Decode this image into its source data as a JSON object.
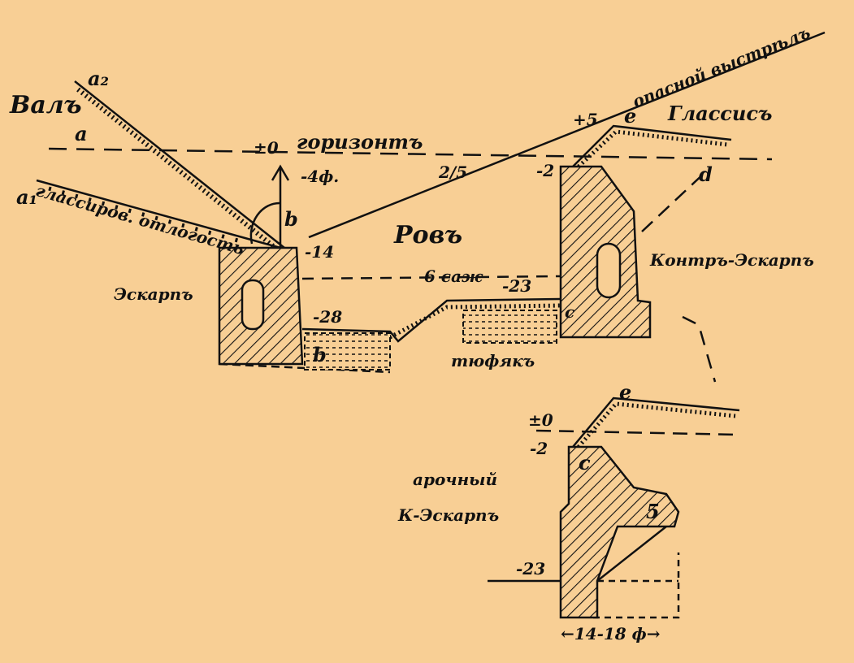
{
  "title": "Ров крепости (поперечный разрез)",
  "labels": {
    "val": "Валъ",
    "a2": "a₂",
    "a": "a",
    "a1": "a₁",
    "zero": "±0",
    "horizon": "горизонтъ",
    "minus4": "-4ф.",
    "glacis_slope": "глассиров. отлогость",
    "b_upper": "b",
    "minus14": "-14",
    "rov": "Ровъ",
    "width": "6 саж",
    "minus23": "-23",
    "minus28": "-28",
    "b_lower": "b",
    "escarp": "Эскарпъ",
    "tyufyak": "тюфякъ",
    "counterscarp": "Контръ-Эскарпъ",
    "ratio": "2/5",
    "minus2": "-2",
    "plus5": "+5",
    "e": "e",
    "glacis": "Глассисъ",
    "danger_shot": "опасной выстрѣлъ",
    "d": "d",
    "c": "c"
  },
  "inset": {
    "zero": "±0",
    "e": "e",
    "minus2": "-2",
    "c": "c",
    "five": "5",
    "arched": "арочный",
    "k_escarp": "К-Эскарпъ",
    "minus23": "-23",
    "span": "←14-18 ф→"
  }
}
